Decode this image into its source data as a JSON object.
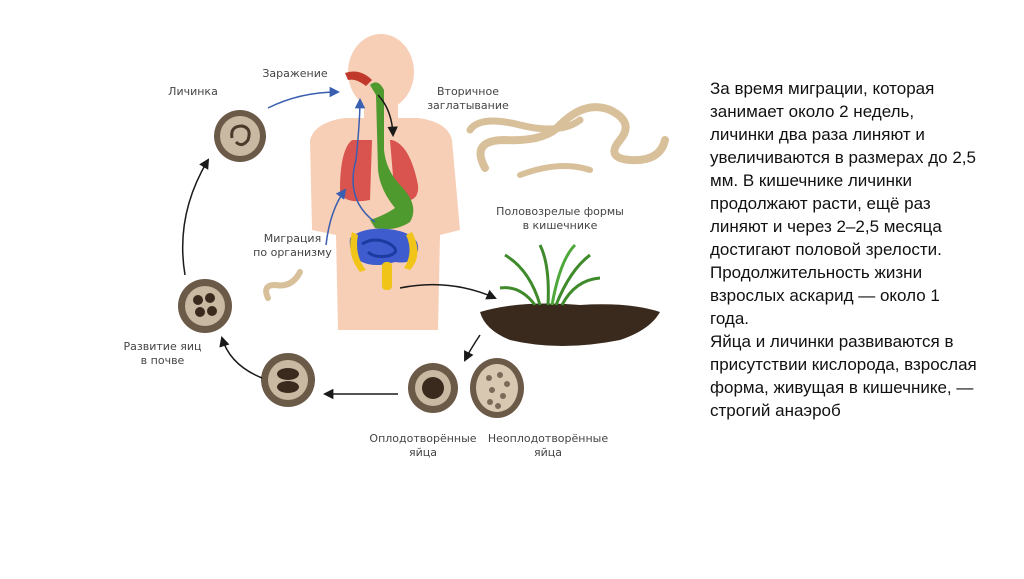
{
  "diagram": {
    "labels": {
      "infection": "Заражение",
      "larva": "Личинка",
      "secondary_swallowing": "Вторичное\nзаглатывание",
      "adult_forms": "Половозрелые формы\nв кишечнике",
      "migration": "Миграция\nпо организму",
      "egg_development": "Развитие яиц\nв почве",
      "fertilized_eggs": "Оплодотворённые\nяйца",
      "unfertilized_eggs": "Неоплодотворённые\nяйца"
    },
    "colors": {
      "body": "#f7cfb6",
      "lungs": "#d9534f",
      "digestive": "#4e9a2f",
      "intestine": "#3f5ccf",
      "worm": "#d8c09a",
      "soil": "#3a2a1e",
      "grass": "#3f8a2a",
      "arrow": "#1a1a1a"
    }
  },
  "description": {
    "paragraphs": [
      "За время миграции, которая занимает около 2 недель, личинки два раза линяют и увеличиваются в размерах до 2,5 мм. В кишечнике личинки продолжают расти, ещё раз линяют и через 2–2,5 месяца достигают половой зрелости.",
      "Продолжительность жизни взрослых аскарид — около 1 года.",
      "Яйца и личинки развиваются в присутствии кислорода, взрослая форма, живущая в кишечнике, — строгий анаэроб"
    ]
  }
}
